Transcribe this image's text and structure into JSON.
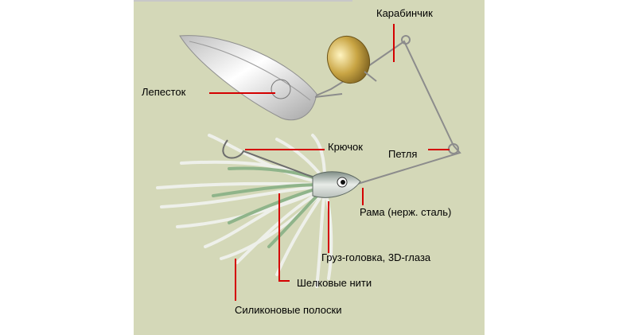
{
  "diagram": {
    "labels": {
      "snap": "Карабинчик",
      "blade": "Лепесток",
      "hook": "Крючок",
      "loop": "Петля",
      "frame": "Рама (нерж. сталь)",
      "head": "Груз-головка, 3D-глаза",
      "silk": "Шелковые нити",
      "silicone": "Силиконовые полоски"
    },
    "colors": {
      "background": "#d4d8b8",
      "leader": "#d40000",
      "wire": "#9a9a9a",
      "skirt": "#eef0ea",
      "skirt_green": "#8fb48a",
      "gold_blade": "#c9a544",
      "silver_blade": "#e2e2e2"
    }
  }
}
